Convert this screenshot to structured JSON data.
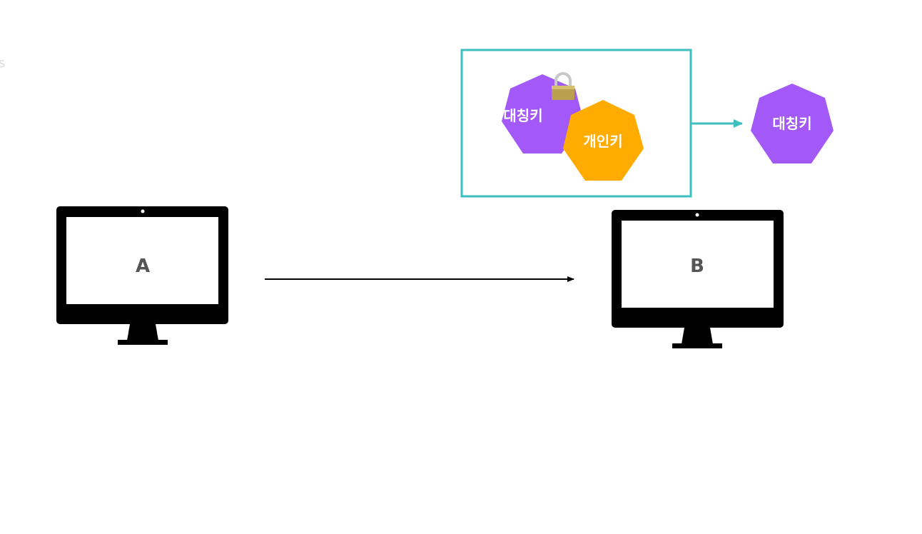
{
  "corner_text": "s",
  "computers": {
    "sender": {
      "label": "A"
    },
    "receiver": {
      "label": "B"
    }
  },
  "envelope": {
    "border_color": "#3bbfbf",
    "keys": [
      {
        "label": "대칭키",
        "color": "#a259f7",
        "locked": true
      },
      {
        "label": "개인키",
        "color": "#ffab00",
        "locked": false
      }
    ]
  },
  "result_key": {
    "label": "대칭키",
    "color": "#a259f7"
  },
  "colors": {
    "monitor": "#000000",
    "screen": "#ffffff",
    "transfer_arrow": "#000000",
    "output_arrow": "#3bbfbf"
  }
}
